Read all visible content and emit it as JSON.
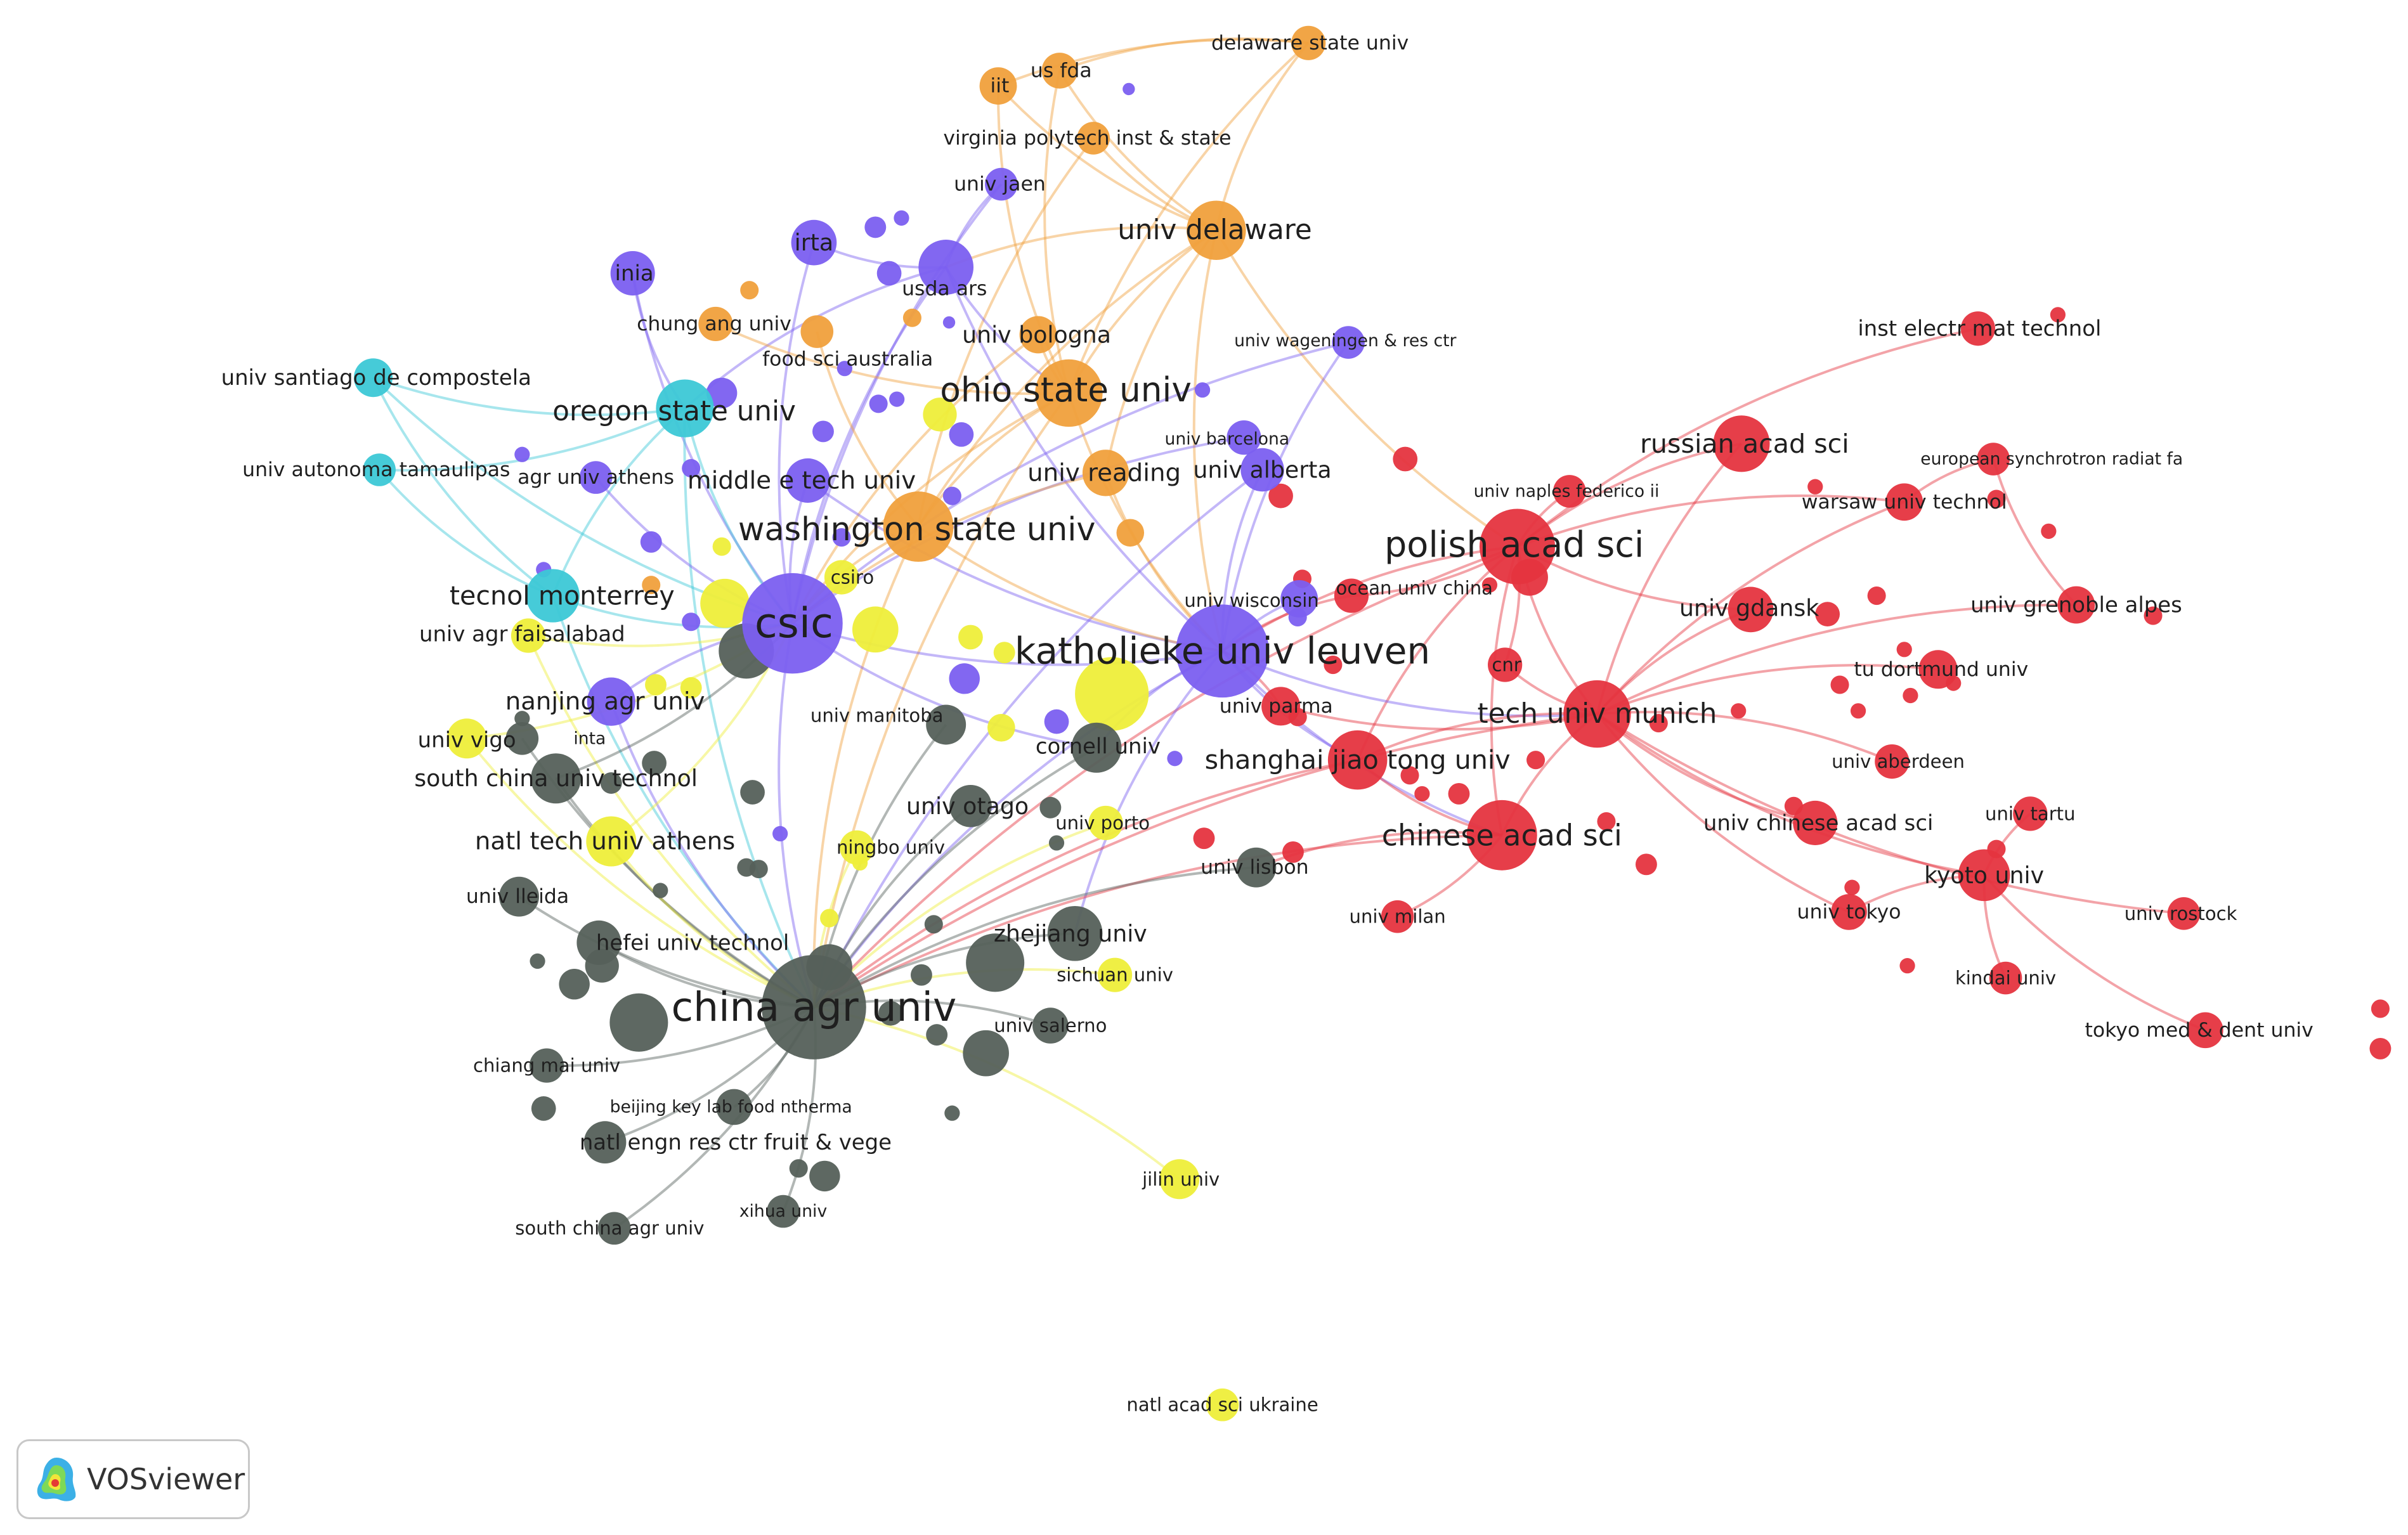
{
  "app": {
    "name": "VOSviewer"
  },
  "palette": {
    "red": "#e5343f",
    "purple": "#7b5ff0",
    "orange": "#f0a03c",
    "yellow": "#eeee3a",
    "dark": "#55605a",
    "cyan": "#3cc8d6"
  },
  "nodes": [
    {
      "label": "delaware state univ",
      "cluster": "orange",
      "weight": 0.6
    },
    {
      "label": "us fda",
      "cluster": "orange",
      "weight": 0.7
    },
    {
      "label": "iit",
      "cluster": "orange",
      "weight": 0.8
    },
    {
      "label": "virginia polytech inst & state",
      "cluster": "orange",
      "weight": 0.5
    },
    {
      "label": "univ jaen",
      "cluster": "purple",
      "weight": 0.5
    },
    {
      "label": "univ delaware",
      "cluster": "orange",
      "weight": 3.2
    },
    {
      "label": "irta",
      "cluster": "purple",
      "weight": 1.5
    },
    {
      "label": "inia",
      "cluster": "purple",
      "weight": 1.4
    },
    {
      "label": "usda ars",
      "cluster": "purple",
      "weight": 2.6
    },
    {
      "label": "chung ang univ",
      "cluster": "orange",
      "weight": 0.6
    },
    {
      "label": "univ bologna",
      "cluster": "orange",
      "weight": 0.8
    },
    {
      "label": "univ wageningen & res ctr",
      "cluster": "purple",
      "weight": 0.5
    },
    {
      "label": "food sci australia",
      "cluster": "orange",
      "weight": 0.5
    },
    {
      "label": "inst electr mat technol",
      "cluster": "red",
      "weight": 0.6
    },
    {
      "label": "univ santiago de compostela",
      "cluster": "cyan",
      "weight": 0.9
    },
    {
      "label": "oregon state univ",
      "cluster": "cyan",
      "weight": 3.0
    },
    {
      "label": "ohio state univ",
      "cluster": "orange",
      "weight": 4.5
    },
    {
      "label": "univ autonoma tamaulipas",
      "cluster": "cyan",
      "weight": 0.5
    },
    {
      "label": "agr univ athens",
      "cluster": "purple",
      "weight": 0.5
    },
    {
      "label": "middle e tech univ",
      "cluster": "purple",
      "weight": 1.4
    },
    {
      "label": "univ barcelona",
      "cluster": "purple",
      "weight": 0.6
    },
    {
      "label": "univ reading",
      "cluster": "orange",
      "weight": 1.6
    },
    {
      "label": "univ alberta",
      "cluster": "purple",
      "weight": 1.3
    },
    {
      "label": "russian acad sci",
      "cluster": "red",
      "weight": 2.8
    },
    {
      "label": "european synchrotron radiat fa",
      "cluster": "red",
      "weight": 0.5
    },
    {
      "label": "univ naples federico ii",
      "cluster": "red",
      "weight": 0.5
    },
    {
      "label": "warsaw univ technol",
      "cluster": "red",
      "weight": 0.8
    },
    {
      "label": "washington state univ",
      "cluster": "orange",
      "weight": 5.0
    },
    {
      "label": "polish acad sci",
      "cluster": "red",
      "weight": 6.0
    },
    {
      "label": "csiro",
      "cluster": "yellow",
      "weight": 0.6
    },
    {
      "label": "ocean univ china",
      "cluster": "red",
      "weight": 0.6
    },
    {
      "label": "tecnol monterrey",
      "cluster": "cyan",
      "weight": 2.4
    },
    {
      "label": "univ wisconsin",
      "cluster": "purple",
      "weight": 0.8
    },
    {
      "label": "univ gdansk",
      "cluster": "red",
      "weight": 1.5
    },
    {
      "label": "univ grenoble alpes",
      "cluster": "red",
      "weight": 0.8
    },
    {
      "label": "csic",
      "cluster": "purple",
      "weight": 12.0
    },
    {
      "label": "univ agr faisalabad",
      "cluster": "yellow",
      "weight": 0.6
    },
    {
      "label": "katholieke univ leuven",
      "cluster": "purple",
      "weight": 10.0
    },
    {
      "label": "cnr",
      "cluster": "red",
      "weight": 0.6
    },
    {
      "label": "tu dortmund univ",
      "cluster": "red",
      "weight": 0.9
    },
    {
      "label": "nanjing agr univ",
      "cluster": "purple",
      "weight": 1.8
    },
    {
      "label": "univ manitoba",
      "cluster": "dark",
      "weight": 1.0
    },
    {
      "label": "univ parma",
      "cluster": "red",
      "weight": 0.9
    },
    {
      "label": "tech univ munich",
      "cluster": "red",
      "weight": 4.5
    },
    {
      "label": "univ vigo",
      "cluster": "yellow",
      "weight": 1.0
    },
    {
      "label": "inta",
      "cluster": "dark",
      "weight": 0.5
    },
    {
      "label": "cornell univ",
      "cluster": "dark",
      "weight": 2.0
    },
    {
      "label": "shanghai jiao tong univ",
      "cluster": "red",
      "weight": 3.2
    },
    {
      "label": "univ aberdeen",
      "cluster": "red",
      "weight": 0.6
    },
    {
      "label": "south china univ technol",
      "cluster": "dark",
      "weight": 2.0
    },
    {
      "label": "univ otago",
      "cluster": "dark",
      "weight": 1.2
    },
    {
      "label": "univ tartu",
      "cluster": "red",
      "weight": 0.6
    },
    {
      "label": "univ porto",
      "cluster": "yellow",
      "weight": 0.6
    },
    {
      "label": "univ chinese acad sci",
      "cluster": "red",
      "weight": 1.4
    },
    {
      "label": "natl tech univ athens",
      "cluster": "yellow",
      "weight": 2.0
    },
    {
      "label": "ningbo univ",
      "cluster": "yellow",
      "weight": 0.6
    },
    {
      "label": "chinese acad sci",
      "cluster": "red",
      "weight": 5.0
    },
    {
      "label": "univ lisbon",
      "cluster": "dark",
      "weight": 1.0
    },
    {
      "label": "kyoto univ",
      "cluster": "red",
      "weight": 2.2
    },
    {
      "label": "univ lleida",
      "cluster": "dark",
      "weight": 1.0
    },
    {
      "label": "univ milan",
      "cluster": "red",
      "weight": 0.5
    },
    {
      "label": "univ tokyo",
      "cluster": "red",
      "weight": 0.7
    },
    {
      "label": "univ rostock",
      "cluster": "red",
      "weight": 0.5
    },
    {
      "label": "zhejiang univ",
      "cluster": "dark",
      "weight": 2.6
    },
    {
      "label": "hefei univ technol",
      "cluster": "dark",
      "weight": 1.4
    },
    {
      "label": "sichuan univ",
      "cluster": "yellow",
      "weight": 0.6
    },
    {
      "label": "kindai univ",
      "cluster": "red",
      "weight": 0.5
    },
    {
      "label": "china agr univ",
      "cluster": "dark",
      "weight": 14.0
    },
    {
      "label": "univ salerno",
      "cluster": "dark",
      "weight": 0.7
    },
    {
      "label": "tokyo med & dent univ",
      "cluster": "red",
      "weight": 0.7
    },
    {
      "label": "chiang mai univ",
      "cluster": "dark",
      "weight": 0.6
    },
    {
      "label": "beijing key lab food ntherma",
      "cluster": "dark",
      "weight": 0.7
    },
    {
      "label": "natl engn res ctr fruit & vege",
      "cluster": "dark",
      "weight": 1.2
    },
    {
      "label": "jilin univ",
      "cluster": "yellow",
      "weight": 1.0
    },
    {
      "label": "xihua univ",
      "cluster": "dark",
      "weight": 0.5
    },
    {
      "label": "south china agr univ",
      "cluster": "dark",
      "weight": 0.5
    },
    {
      "label": "natl acad sci ukraine",
      "cluster": "yellow",
      "weight": 0.5
    }
  ],
  "links": [
    [
      "delaware state univ",
      "univ delaware"
    ],
    [
      "delaware state univ",
      "us fda"
    ],
    [
      "delaware state univ",
      "iit"
    ],
    [
      "delaware state univ",
      "ohio state univ"
    ],
    [
      "us fda",
      "univ delaware"
    ],
    [
      "iit",
      "univ delaware"
    ],
    [
      "iit",
      "ohio state univ"
    ],
    [
      "us fda",
      "ohio state univ"
    ],
    [
      "virginia polytech inst & state",
      "univ delaware"
    ],
    [
      "virginia polytech inst & state",
      "washington state univ"
    ],
    [
      "univ delaware",
      "ohio state univ"
    ],
    [
      "univ delaware",
      "washington state univ"
    ],
    [
      "univ delaware",
      "katholieke univ leuven"
    ],
    [
      "univ delaware",
      "usda ars"
    ],
    [
      "univ delaware",
      "polish acad sci"
    ],
    [
      "univ delaware",
      "univ reading"
    ],
    [
      "univ jaen",
      "csic"
    ],
    [
      "univ jaen",
      "usda ars"
    ],
    [
      "irta",
      "csic"
    ],
    [
      "irta",
      "usda ars"
    ],
    [
      "inia",
      "csic"
    ],
    [
      "inia",
      "oregon state univ"
    ],
    [
      "usda ars",
      "csic"
    ],
    [
      "usda ars",
      "katholieke univ leuven"
    ],
    [
      "usda ars",
      "ohio state univ"
    ],
    [
      "usda ars",
      "oregon state univ"
    ],
    [
      "chung ang univ",
      "ohio state univ"
    ],
    [
      "univ bologna",
      "csic"
    ],
    [
      "univ bologna",
      "ohio state univ"
    ],
    [
      "univ wageningen & res ctr",
      "katholieke univ leuven"
    ],
    [
      "univ wageningen & res ctr",
      "csic"
    ],
    [
      "food sci australia",
      "washington state univ"
    ],
    [
      "inst electr mat technol",
      "polish acad sci"
    ],
    [
      "univ santiago de compostela",
      "oregon state univ"
    ],
    [
      "univ santiago de compostela",
      "tecnol monterrey"
    ],
    [
      "univ santiago de compostela",
      "csic"
    ],
    [
      "oregon state univ",
      "csic"
    ],
    [
      "oregon state univ",
      "tecnol monterrey"
    ],
    [
      "oregon state univ",
      "china agr univ"
    ],
    [
      "ohio state univ",
      "washington state univ"
    ],
    [
      "ohio state univ",
      "csic"
    ],
    [
      "ohio state univ",
      "katholieke univ leuven"
    ],
    [
      "ohio state univ",
      "china agr univ"
    ],
    [
      "univ autonoma tamaulipas",
      "tecnol monterrey"
    ],
    [
      "univ autonoma tamaulipas",
      "oregon state univ"
    ],
    [
      "agr univ athens",
      "csic"
    ],
    [
      "middle e tech univ",
      "csic"
    ],
    [
      "middle e tech univ",
      "katholieke univ leuven"
    ],
    [
      "univ barcelona",
      "csic"
    ],
    [
      "univ reading",
      "csic"
    ],
    [
      "univ reading",
      "katholieke univ leuven"
    ],
    [
      "univ alberta",
      "katholieke univ leuven"
    ],
    [
      "univ alberta",
      "china agr univ"
    ],
    [
      "russian acad sci",
      "polish acad sci"
    ],
    [
      "russian acad sci",
      "tech univ munich"
    ],
    [
      "european synchrotron radiat fa",
      "warsaw univ technol"
    ],
    [
      "european synchrotron radiat fa",
      "univ grenoble alpes"
    ],
    [
      "univ naples federico ii",
      "polish acad sci"
    ],
    [
      "warsaw univ technol",
      "polish acad sci"
    ],
    [
      "warsaw univ technol",
      "tech univ munich"
    ],
    [
      "washington state univ",
      "csic"
    ],
    [
      "washington state univ",
      "katholieke univ leuven"
    ],
    [
      "washington state univ",
      "china agr univ"
    ],
    [
      "polish acad sci",
      "tech univ munich"
    ],
    [
      "polish acad sci",
      "katholieke univ leuven"
    ],
    [
      "polish acad sci",
      "shanghai jiao tong univ"
    ],
    [
      "polish acad sci",
      "chinese acad sci"
    ],
    [
      "polish acad sci",
      "univ gdansk"
    ],
    [
      "polish acad sci",
      "china agr univ"
    ],
    [
      "csiro",
      "csic"
    ],
    [
      "ocean univ china",
      "polish acad sci"
    ],
    [
      "ocean univ china",
      "katholieke univ leuven"
    ],
    [
      "tecnol monterrey",
      "csic"
    ],
    [
      "tecnol monterrey",
      "china agr univ"
    ],
    [
      "univ wisconsin",
      "katholieke univ leuven"
    ],
    [
      "univ gdansk",
      "tech univ munich"
    ],
    [
      "univ grenoble alpes",
      "tech univ munich"
    ],
    [
      "csic",
      "katholieke univ leuven"
    ],
    [
      "csic",
      "china agr univ"
    ],
    [
      "csic",
      "nanjing agr univ"
    ],
    [
      "csic",
      "cornell univ"
    ],
    [
      "univ agr faisalabad",
      "csic"
    ],
    [
      "univ agr faisalabad",
      "china agr univ"
    ],
    [
      "katholieke univ leuven",
      "china agr univ"
    ],
    [
      "katholieke univ leuven",
      "tech univ munich"
    ],
    [
      "katholieke univ leuven",
      "shanghai jiao tong univ"
    ],
    [
      "katholieke univ leuven",
      "chinese acad sci"
    ],
    [
      "katholieke univ leuven",
      "cornell univ"
    ],
    [
      "katholieke univ leuven",
      "zhejiang univ"
    ],
    [
      "cnr",
      "polish acad sci"
    ],
    [
      "cnr",
      "tech univ munich"
    ],
    [
      "tu dortmund univ",
      "tech univ munich"
    ],
    [
      "nanjing agr univ",
      "china agr univ"
    ],
    [
      "univ manitoba",
      "china agr univ"
    ],
    [
      "univ parma",
      "katholieke univ leuven"
    ],
    [
      "univ parma",
      "tech univ munich"
    ],
    [
      "tech univ munich",
      "shanghai jiao tong univ"
    ],
    [
      "tech univ munich",
      "chinese acad sci"
    ],
    [
      "tech univ munich",
      "kyoto univ"
    ],
    [
      "tech univ munich",
      "univ chinese acad sci"
    ],
    [
      "tech univ munich",
      "univ tokyo"
    ],
    [
      "tech univ munich",
      "univ rostock"
    ],
    [
      "tech univ munich",
      "china agr univ"
    ],
    [
      "univ vigo",
      "csic"
    ],
    [
      "univ vigo",
      "china agr univ"
    ],
    [
      "inta",
      "china agr univ"
    ],
    [
      "cornell univ",
      "china agr univ"
    ],
    [
      "shanghai jiao tong univ",
      "chinese acad sci"
    ],
    [
      "shanghai jiao tong univ",
      "china agr univ"
    ],
    [
      "univ aberdeen",
      "tech univ munich"
    ],
    [
      "south china univ technol",
      "china agr univ"
    ],
    [
      "south china univ technol",
      "csic"
    ],
    [
      "univ otago",
      "china agr univ"
    ],
    [
      "univ tartu",
      "kyoto univ"
    ],
    [
      "univ porto",
      "china agr univ"
    ],
    [
      "natl tech univ athens",
      "china agr univ"
    ],
    [
      "natl tech univ athens",
      "csic"
    ],
    [
      "ningbo univ",
      "china agr univ"
    ],
    [
      "chinese acad sci",
      "china agr univ"
    ],
    [
      "chinese acad sci",
      "univ lisbon"
    ],
    [
      "univ lisbon",
      "china agr univ"
    ],
    [
      "kyoto univ",
      "tokyo med & dent univ"
    ],
    [
      "kyoto univ",
      "kindai univ"
    ],
    [
      "kyoto univ",
      "univ tokyo"
    ],
    [
      "univ lleida",
      "china agr univ"
    ],
    [
      "univ milan",
      "chinese acad sci"
    ],
    [
      "zhejiang univ",
      "china agr univ"
    ],
    [
      "hefei univ technol",
      "china agr univ"
    ],
    [
      "sichuan univ",
      "china agr univ"
    ],
    [
      "univ salerno",
      "china agr univ"
    ],
    [
      "chiang mai univ",
      "china agr univ"
    ],
    [
      "beijing key lab food ntherma",
      "china agr univ"
    ],
    [
      "natl engn res ctr fruit & vege",
      "china agr univ"
    ],
    [
      "jilin univ",
      "china agr univ"
    ],
    [
      "xihua univ",
      "china agr univ"
    ],
    [
      "south china agr univ",
      "china agr univ"
    ]
  ]
}
